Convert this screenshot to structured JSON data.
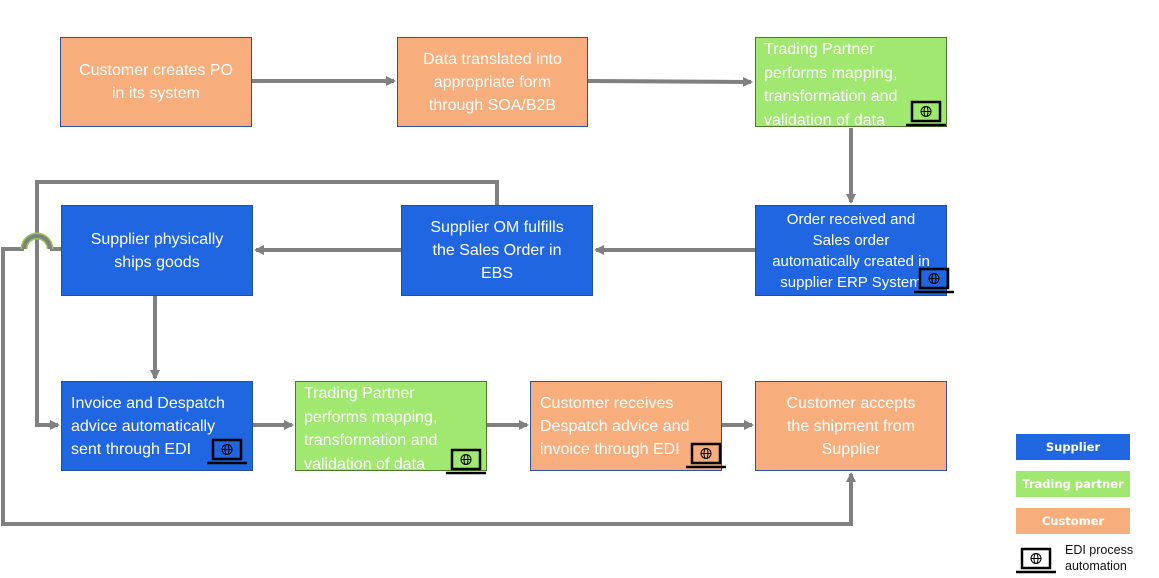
{
  "colors": {
    "customer": "#f8ae7c",
    "supplier": "#1f66e0",
    "trading_partner": "#a0e870",
    "connector": "#808080",
    "bridge_outline": "#8fd14f"
  },
  "nodes": {
    "n1": {
      "text": "Customer creates PO\nin its system",
      "role": "customer"
    },
    "n2": {
      "text": "Data translated into\nappropriate form\nthrough SOA/B2B",
      "role": "customer"
    },
    "n3": {
      "text": "Trading Partner\nperforms mapping,\ntransformation and\nvalidation of data",
      "role": "trading_partner",
      "edi_automation": true
    },
    "n4": {
      "text": "Order received and\nSales order\nautomatically created in\nsupplier ERP System",
      "role": "supplier",
      "edi_automation": true
    },
    "n5": {
      "text": "Supplier OM fulfills\nthe Sales Order in\nEBS",
      "role": "supplier"
    },
    "n6": {
      "text": "Supplier physically\nships goods",
      "role": "supplier"
    },
    "n7": {
      "text": "Invoice and Despatch\nadvice automatically\nsent through EDI",
      "role": "supplier",
      "edi_automation": true
    },
    "n8": {
      "text": "Trading Partner\nperforms mapping,\ntransformation and\nvalidation of data",
      "role": "trading_partner",
      "edi_automation": true
    },
    "n9": {
      "text": "Customer receives\nDespatch advice and\ninvoice through EDI",
      "role": "customer",
      "edi_automation": true
    },
    "n10": {
      "text": "Customer accepts\nthe shipment from\nSupplier",
      "role": "customer"
    }
  },
  "edges": [
    {
      "from": "n1",
      "to": "n2"
    },
    {
      "from": "n2",
      "to": "n3"
    },
    {
      "from": "n3",
      "to": "n4"
    },
    {
      "from": "n4",
      "to": "n5"
    },
    {
      "from": "n5",
      "to": "n6"
    },
    {
      "from": "n6",
      "to": "n7"
    },
    {
      "from": "n5",
      "to": "n7",
      "route": "over top, down left side"
    },
    {
      "from": "n7",
      "to": "n8"
    },
    {
      "from": "n8",
      "to": "n9"
    },
    {
      "from": "n9",
      "to": "n10"
    },
    {
      "from": "n6",
      "to": "n10",
      "route": "left side, along bottom"
    }
  ],
  "legend": {
    "supplier": "Supplier",
    "trading_partner": "Trading partner",
    "customer": "Customer",
    "edi_icon_label": "EDI process\nautomation",
    "edi_icon": "laptop-globe-icon"
  }
}
